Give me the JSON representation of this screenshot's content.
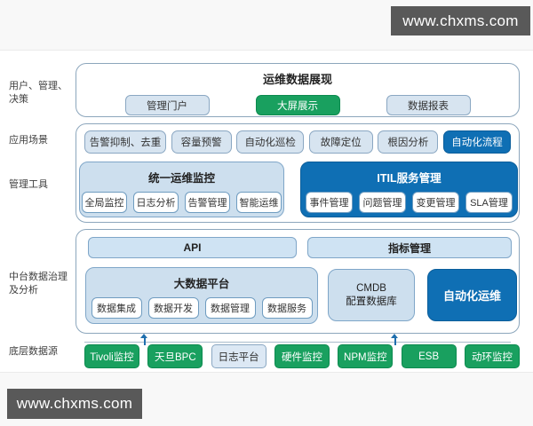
{
  "watermark": {
    "top": "www.chxms.com",
    "bottom": "www.chxms.com"
  },
  "side_labels": [
    "用户、管理、决策",
    "应用场景",
    "管理工具",
    "中台数据治理及分析",
    "底层数据源"
  ],
  "presentation": {
    "title": "运维数据展现",
    "items": [
      {
        "label": "管理门户",
        "style": "light"
      },
      {
        "label": "大屏展示",
        "style": "green"
      },
      {
        "label": "数据报表",
        "style": "light"
      }
    ]
  },
  "scenarios": {
    "items": [
      {
        "label": "告警抑制、去重",
        "style": "light"
      },
      {
        "label": "容量预警",
        "style": "light"
      },
      {
        "label": "自动化巡检",
        "style": "light"
      },
      {
        "label": "故障定位",
        "style": "light"
      },
      {
        "label": "根因分析",
        "style": "light"
      },
      {
        "label": "自动化流程",
        "style": "blue"
      }
    ]
  },
  "tools": {
    "monitoring": {
      "title": "统一运维监控",
      "items": [
        "全局监控",
        "日志分析",
        "告警管理",
        "智能运维"
      ]
    },
    "itil": {
      "title": "ITIL服务管理",
      "items": [
        "事件管理",
        "问题管理",
        "变更管理",
        "SLA管理"
      ]
    }
  },
  "middle_platform": {
    "api_label": "API",
    "metrics_label": "指标管理",
    "bigdata": {
      "title": "大数据平台",
      "items": [
        "数据集成",
        "数据开发",
        "数据管理",
        "数据服务"
      ]
    },
    "cmdb": {
      "line1": "CMDB",
      "line2": "配置数据库"
    },
    "automation_label": "自动化运维"
  },
  "datasources": [
    {
      "label": "Tivoli监控",
      "style": "green"
    },
    {
      "label": "天旦BPC",
      "style": "green"
    },
    {
      "label": "日志平台",
      "style": "light"
    },
    {
      "label": "硬件监控",
      "style": "green"
    },
    {
      "label": "NPM监控",
      "style": "green"
    },
    {
      "label": "ESB",
      "style": "green"
    },
    {
      "label": "动环监控",
      "style": "green"
    }
  ],
  "colors": {
    "green": "#19a05f",
    "dark_blue": "#0f6fb4",
    "light_chip": "#d7e4f0",
    "panel_light": "#cddfee",
    "box_border": "#8ca6bc",
    "watermark_bg": "#595959"
  }
}
